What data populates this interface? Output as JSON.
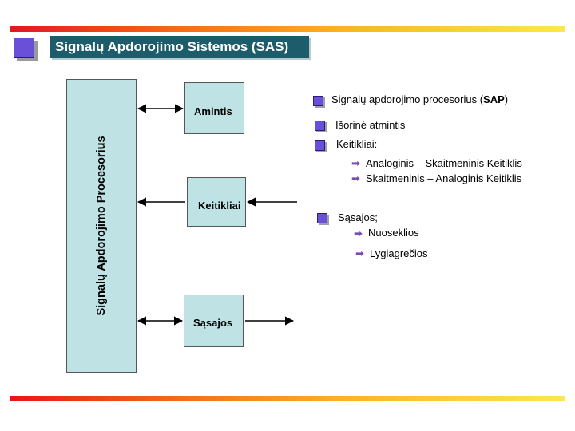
{
  "title": "Signalų Apdorojimo Sistemos (SAS)",
  "diagram": {
    "processor_label": "Signalų Apdorojimo Procesorius",
    "memory_label": "Amintis",
    "converters_label": "Keitikliai",
    "interfaces_label": "Sąsajos"
  },
  "list": {
    "item1_prefix": "Signalų apdorojimo procesorius (",
    "item1_bold": "SAP",
    "item1_suffix": ")",
    "item2": "Išorinė atmintis",
    "item3": "Keitikliai:",
    "item3_sub": [
      "Analoginis – Skaitmeninis Keitiklis",
      "Skaitmeninis – Analoginis Keitiklis"
    ],
    "item4": "Sąsajos;",
    "item4_sub": [
      "Nuoseklios",
      "Lygiagrečios"
    ]
  },
  "colors": {
    "accent": "#6a4fd8",
    "title_bg": "#1d5d6b",
    "block_fill": "#bfe3e5",
    "sub_arrow": "#7b4bb0"
  }
}
